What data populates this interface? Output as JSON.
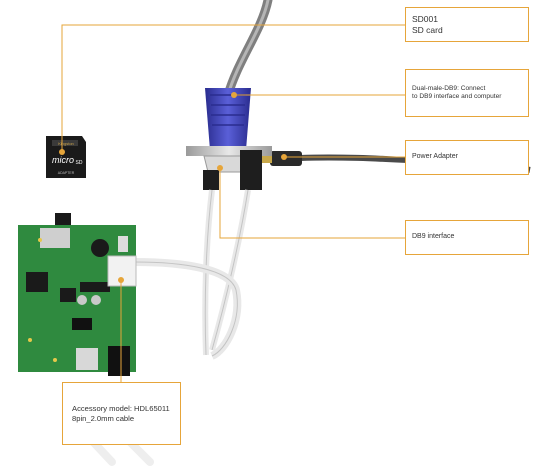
{
  "callouts": {
    "sd_card": {
      "line1": "SD001",
      "line2": "SD card"
    },
    "db9_cable": {
      "line1": "Dual-male-DB9: Connect",
      "line2": "to DB9 interface and computer"
    },
    "power": {
      "line1": "Power Adapter"
    },
    "db9_interface": {
      "line1": "DB9 interface"
    },
    "accessory": {
      "line1": "Accessory model: HDL65011",
      "line2": "8pin_2.0mm cable"
    }
  },
  "sd_card_label": {
    "brand": "Kingston",
    "text": "micro",
    "sub": "SD",
    "adapter": "ADAPTER"
  },
  "colors": {
    "accent": "#e6a53a",
    "pcb": "#2f8a3f",
    "db9_blue": "#3b3fb0",
    "cable_gray": "#8a8a8a"
  }
}
